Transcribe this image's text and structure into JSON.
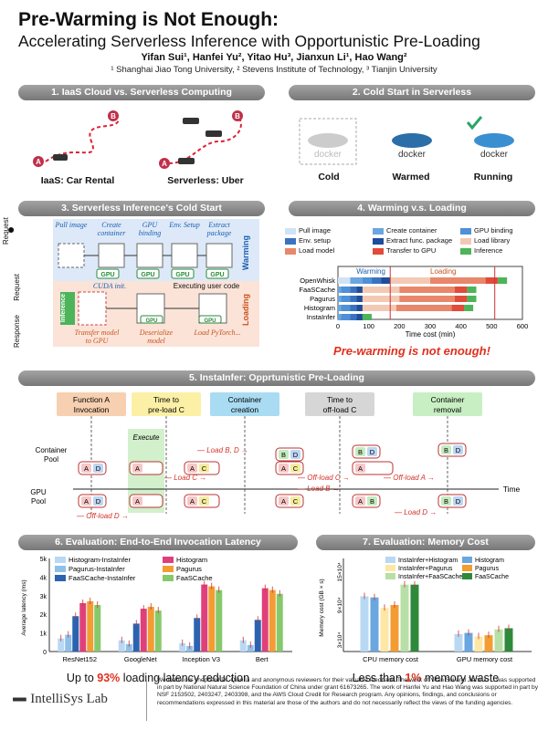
{
  "title": "Pre-Warming is Not Enough:",
  "subtitle": "Accelerating Serverless Inference with Opportunistic Pre-Loading",
  "authors": "Yifan Sui¹, Hanfei Yu², Yitao Hu³, Jianxun Li¹, Hao Wang²",
  "affiliations": "¹ Shanghai Jiao Tong University, ² Stevens Institute of Technology, ³ Tianjin University",
  "sections": {
    "s1": {
      "title": "1. IaaS Cloud vs. Serverless Computing",
      "left_caption": "IaaS: Car Rental",
      "right_caption": "Serverless: Uber",
      "marker_a": "A",
      "marker_b": "B"
    },
    "s2": {
      "title": "2. Cold Start in Serverless",
      "states": [
        "Cold",
        "Warmed",
        "Running"
      ],
      "docker_label": "docker"
    },
    "s3": {
      "title": "3. Serverless Inference's Cold Start",
      "request": "Request",
      "response": "Response",
      "steps_top": [
        "Pull image",
        "Create container",
        "GPU binding",
        "Env. Setup",
        "Extract package"
      ],
      "gpu": "GPU",
      "warming": "Warming",
      "loading": "Loading",
      "cuda": "CUDA init.",
      "executing": "Executing user code",
      "inference": "Inference",
      "steps_bottom": [
        "Transfer model to GPU",
        "Deserialize model",
        "Load PyTorch..."
      ]
    },
    "s4": {
      "title": "4. Warming v.s. Loading",
      "slogan": "Pre-warming is not enough!"
    },
    "s5": {
      "title": "5. InstaInfer: Opprtunistic Pre-Loading",
      "phases": [
        "Function A Invocation",
        "Time to pre-load C",
        "Container creation",
        "Time to off-load C",
        "Container removal"
      ],
      "execute": "Execute",
      "container_pool": "Container Pool",
      "gpu_pool": "GPU Pool",
      "time": "Time",
      "arrows": [
        "Load B, D",
        "Load C",
        "Off-load C",
        "Off-load A",
        "Load B",
        "Off-load D",
        "Load D"
      ],
      "letters": [
        "A",
        "B",
        "C",
        "D"
      ]
    },
    "s6": {
      "title": "6. Evaluation: End-to-End Invocation Latency",
      "caption_pre": "Up to ",
      "caption_hl": "93%",
      "caption_post": " loading latency reduction"
    },
    "s7": {
      "title": "7. Evaluation: Memory Cost",
      "caption_pre": "Less than ",
      "caption_hl": "1%",
      "caption_post": " memory waste"
    }
  },
  "chart_data": [
    {
      "type": "bar",
      "orientation": "horizontal",
      "stacked": true,
      "categories": [
        "OpenWhisk",
        "FaaSCache",
        "Pagurus",
        "Histogram",
        "InstaInfer"
      ],
      "xlabel": "Time cost (min)",
      "xlim": [
        0,
        600
      ],
      "xticks": [
        0,
        100,
        200,
        300,
        400,
        500,
        600
      ],
      "legend": [
        "Pull image",
        "Create container",
        "GPU binding",
        "Env. setup",
        "Extract func. package",
        "Load library",
        "Load model",
        "Transfer to GPU",
        "Inference"
      ],
      "region_labels": [
        "Warming",
        "Loading"
      ],
      "series": [
        {
          "name": "Pull image",
          "color": "#cfe3f7",
          "values": [
            40,
            0,
            0,
            0,
            0
          ]
        },
        {
          "name": "Create container",
          "color": "#6aa6e0",
          "values": [
            40,
            10,
            10,
            10,
            10
          ]
        },
        {
          "name": "GPU binding",
          "color": "#4f90d6",
          "values": [
            30,
            30,
            30,
            30,
            30
          ]
        },
        {
          "name": "Env. setup",
          "color": "#3a72c2",
          "values": [
            30,
            20,
            20,
            20,
            20
          ]
        },
        {
          "name": "Extract func. package",
          "color": "#1e4d9b",
          "values": [
            30,
            20,
            20,
            20,
            20
          ]
        },
        {
          "name": "Load library",
          "color": "#f3c9b4",
          "values": [
            130,
            120,
            120,
            110,
            0
          ]
        },
        {
          "name": "Load model",
          "color": "#e8876a",
          "values": [
            180,
            180,
            180,
            180,
            0
          ]
        },
        {
          "name": "Transfer to GPU",
          "color": "#e14b3a",
          "values": [
            40,
            40,
            40,
            40,
            0
          ]
        },
        {
          "name": "Inference",
          "color": "#4db45a",
          "values": [
            30,
            30,
            30,
            30,
            30
          ]
        }
      ]
    },
    {
      "type": "bar",
      "categories": [
        "ResNet152",
        "GoogleNet",
        "Inception V3",
        "Bert"
      ],
      "ylabel": "Average latency (ms)",
      "ylim": [
        0,
        5000
      ],
      "yticks": [
        "0",
        "1k",
        "2k",
        "3k",
        "4k",
        "5k"
      ],
      "series": [
        {
          "name": "Histogram-InstaInfer",
          "color": "#b9d8f3",
          "values": [
            700,
            600,
            450,
            600
          ]
        },
        {
          "name": "Pagurus-InstaInfer",
          "color": "#8ec0ea",
          "values": [
            900,
            400,
            300,
            350
          ]
        },
        {
          "name": "FaaSCache-InstaInfer",
          "color": "#2c63b0",
          "values": [
            1900,
            1500,
            1800,
            1700
          ]
        },
        {
          "name": "Histogram",
          "color": "#e0407a",
          "values": [
            2600,
            2300,
            3600,
            3400
          ]
        },
        {
          "name": "Pagurus",
          "color": "#f39c33",
          "values": [
            2700,
            2400,
            3500,
            3300
          ]
        },
        {
          "name": "FaaSCache",
          "color": "#86c96c",
          "values": [
            2500,
            2200,
            3300,
            3100
          ]
        }
      ]
    },
    {
      "type": "bar",
      "categories": [
        "CPU memory cost",
        "GPU memory cost"
      ],
      "ylabel": "Memory cost (GB × s)",
      "yticks": [
        "3×10⁴",
        "9×10⁴",
        "15×10⁴"
      ],
      "series": [
        {
          "name": "InstaInfer+Histogram",
          "color": "#b9d8f3",
          "values": [
            9.5,
            3.0
          ]
        },
        {
          "name": "Histogram",
          "color": "#6aa6e0",
          "values": [
            9.3,
            3.2
          ]
        },
        {
          "name": "InstaInfer+Pagurus",
          "color": "#fde7a5",
          "values": [
            7.5,
            2.6
          ]
        },
        {
          "name": "Pagurus",
          "color": "#f39c33",
          "values": [
            8.0,
            2.8
          ]
        },
        {
          "name": "InstaInfer+FaaSCache",
          "color": "#b8e0a6",
          "values": [
            11.5,
            3.8
          ]
        },
        {
          "name": "FaaSCache",
          "color": "#2e8a3a",
          "values": [
            11.5,
            4.0
          ]
        }
      ]
    }
  ],
  "footer": {
    "logo": "IntelliSys Lab",
    "ack": "We thank our shepherd Dr. Qian Li and anonymous reviewers for their valuable feedback. The work of Yifan Sui and Jianxun Li was supported in part by National Natural Science Foundation of China under grant 61673265. The work of Hanfei Yu and Hao Wang was supported in part by NSF 2153502, 2403247, 2403398, and the AWS Cloud Credit for Research program. Any opinions, findings, and conclusions or recommendations expressed in this material are those of the authors and do not necessarily reflect the views of the funding agencies."
  }
}
